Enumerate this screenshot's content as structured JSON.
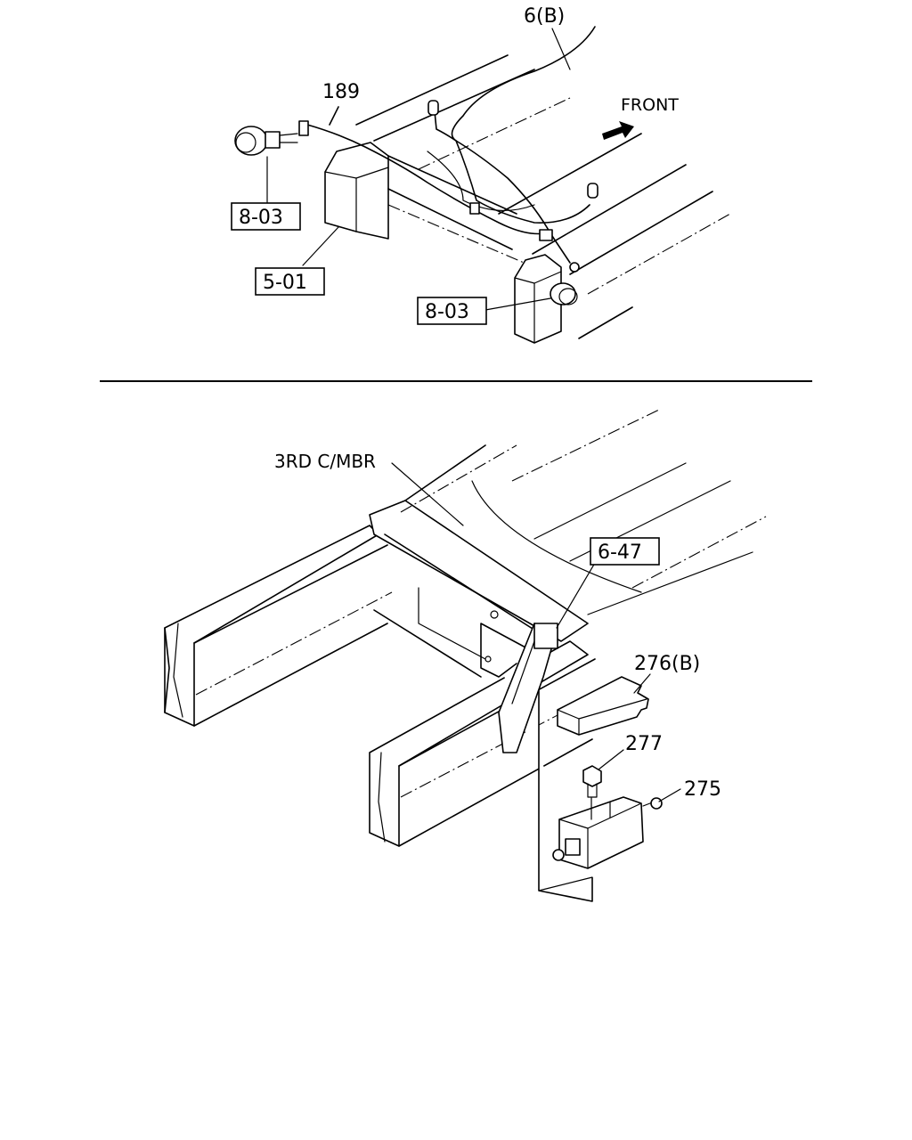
{
  "top_panel": {
    "labels": {
      "wire_6b": "6(B)",
      "front": "FRONT",
      "harness_189": "189",
      "ref_8_03_left": "8-03",
      "ref_5_01": "5-01",
      "ref_8_03_right": "8-03"
    }
  },
  "bottom_panel": {
    "labels": {
      "crossmember": "3RD C/MBR",
      "ref_6_47": "6-47",
      "part_276b": "276(B)",
      "part_277": "277",
      "part_275": "275"
    }
  }
}
